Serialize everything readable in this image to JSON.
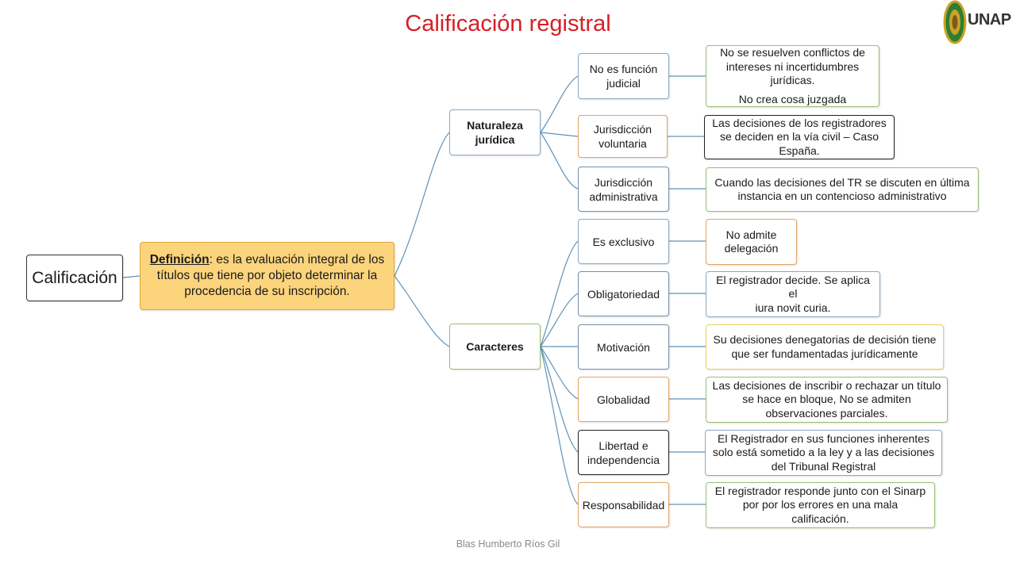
{
  "title": "Calificación registral",
  "logo": {
    "text": "UNAP",
    "colors": {
      "gold": "#c9a227",
      "green": "#2e7d32"
    }
  },
  "footer": "Blas Humberto Ríos Gil",
  "root": {
    "label": "Calificación"
  },
  "definition": {
    "label": "Definición",
    "text": ": es la evaluación integral de los títulos que tiene por objeto determinar la procedencia de su inscripción."
  },
  "branches": {
    "naturaleza": {
      "label_line1": "Naturaleza",
      "label_line2": "jurídica",
      "items": [
        {
          "label_line1": "No es función",
          "label_line2": "judicial",
          "desc_lines": [
            "No se resuelven conflictos de",
            "intereses ni incertidumbres",
            "jurídicas."
          ],
          "desc_extra": "No crea cosa juzgada"
        },
        {
          "label_line1": "Jurisdicción",
          "label_line2": "voluntaria",
          "desc_lines": [
            "Las decisiones de los registradores",
            "se deciden en la vía civil – Caso",
            "España."
          ]
        },
        {
          "label_line1": "Jurisdicción",
          "label_line2": "administrativa",
          "desc_lines": [
            "Cuando las decisiones del TR se discuten en última",
            "instancia en un contencioso administrativo"
          ]
        }
      ]
    },
    "caracteres": {
      "label": "Caracteres",
      "items": [
        {
          "label_line1": "Es exclusivo",
          "label_line2": "",
          "desc_lines": [
            "No admite",
            "delegación"
          ]
        },
        {
          "label_line1": "Obligatoriedad",
          "label_line2": "",
          "desc_lines": [
            "El registrador decide. Se aplica el",
            "iura novit curia."
          ]
        },
        {
          "label_line1": "Motivación",
          "label_line2": "",
          "desc_lines": [
            "Su decisiones denegatorias de decisión tiene",
            "que ser fundamentadas jurídicamente"
          ]
        },
        {
          "label_line1": "Globalidad",
          "label_line2": "",
          "desc_lines": [
            "Las decisiones de inscribir o rechazar un título",
            "se hace en bloque, No se admiten",
            "observaciones parciales."
          ]
        },
        {
          "label_line1": "Libertad e",
          "label_line2": "independencia",
          "desc_lines": [
            "El Registrador en sus funciones inherentes",
            "solo está sometido a la  ley y a las decisiones",
            "del Tribunal Registral"
          ]
        },
        {
          "label_line1": "Responsabilidad",
          "label_line2": "",
          "desc_lines": [
            "El registrador responde junto con el Sinarp",
            "por  por los errores en una mala",
            "calificación."
          ]
        }
      ]
    }
  },
  "colors": {
    "title": "#d61f26",
    "connector": "#5f93b8",
    "definition_fill": "#fcd47c",
    "definition_border": "#e3a537"
  }
}
